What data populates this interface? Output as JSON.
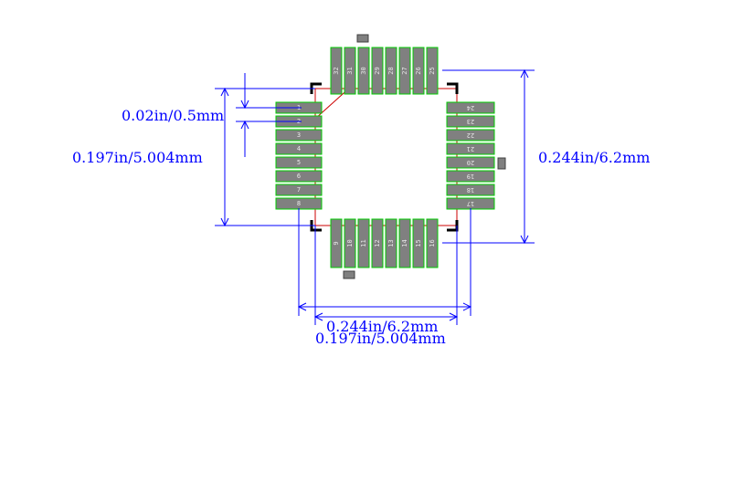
{
  "footprint": {
    "pins_left": [
      "1",
      "2",
      "3",
      "4",
      "5",
      "6",
      "7",
      "8"
    ],
    "pins_bottom": [
      "9",
      "10",
      "11",
      "12",
      "13",
      "14",
      "15",
      "16"
    ],
    "pins_right": [
      "24",
      "23",
      "22",
      "21",
      "20",
      "19",
      "18",
      "17"
    ],
    "pins_top": [
      "32",
      "31",
      "30",
      "29",
      "28",
      "27",
      "26",
      "25"
    ]
  },
  "dimensions": {
    "pitch": "0.02in/0.5mm",
    "body_height": "0.197in/5.004mm",
    "overall_height": "0.244in/6.2mm",
    "overall_width": "0.244in/6.2mm",
    "body_width": "0.197in/5.004mm"
  },
  "colors": {
    "pad_fill": "#808080",
    "pad_outline": "#00cc00",
    "dimension": "#0000ff",
    "outline": "#cc0000",
    "corner": "#000000"
  }
}
